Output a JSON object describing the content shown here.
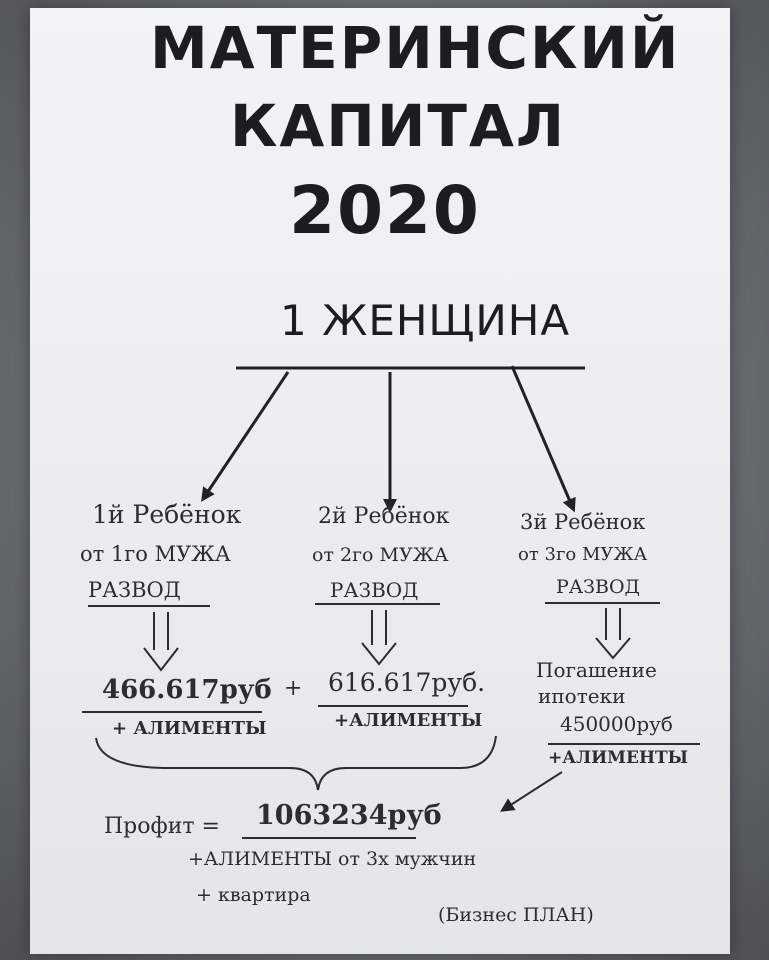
{
  "title": {
    "line1": "МАТЕРИНСКИЙ",
    "line2": "КАПИТАЛ",
    "line3": "2020"
  },
  "root": {
    "label": "1 ЖЕНЩИНА"
  },
  "branches": [
    {
      "line1": "1й Ребёнок",
      "line2": "от 1го МУЖА",
      "line3": "РАЗВОД",
      "amount": "466.617руб",
      "extra": "+ АЛИМЕНТЫ"
    },
    {
      "line1": "2й Ребёнок",
      "line2": "от 2го МУЖА",
      "line3": "РАЗВОД",
      "amount": "616.617руб.",
      "extra": "+АЛИМЕНТЫ"
    },
    {
      "line1": "3й Ребёнок",
      "line2": "от 3го МУЖА",
      "line3": "РАЗВОД",
      "amount_line1": "Погашение",
      "amount_line2": "ипотеки",
      "amount": "450000руб",
      "extra": "+АЛИМЕНТЫ"
    }
  ],
  "plus_sign": "+",
  "profit": {
    "label": "Профит =",
    "value": "1063234руб",
    "line2": "+АЛИМЕНТЫ от 3х мужчин",
    "line3": "+ квартира"
  },
  "note": "(Бизнес ПЛАН)"
}
